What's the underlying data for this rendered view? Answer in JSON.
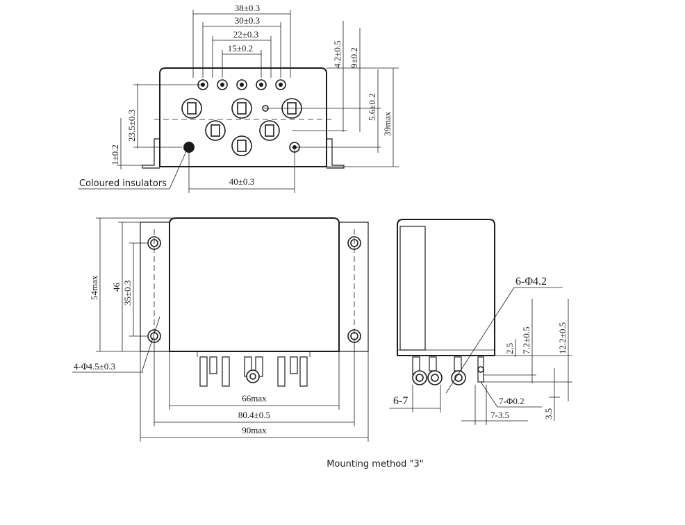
{
  "top_view": {
    "dim_38": "38±0.3",
    "dim_30": "30±0.3",
    "dim_22": "22±0.3",
    "dim_15": "15±0.2",
    "dim_4_2": "4.2±0.5",
    "dim_9": "9±0.2",
    "dim_5_6": "5.6±0.2",
    "dim_39": "39max",
    "dim_23_5": "23.5±0.3",
    "dim_1": "1±0.2",
    "dim_40": "40±0.3",
    "label_insulators": "Coloured insulators"
  },
  "front_view": {
    "dim_54": "54max",
    "dim_46": "46",
    "dim_35": "35±0.3",
    "dim_holes": "4-Φ4.5±0.3",
    "dim_66": "66max",
    "dim_80_4": "80.4±0.5",
    "dim_90": "90max"
  },
  "side_view": {
    "dim_6_phi": "6-Φ4.2",
    "dim_7_2": "7.2±0.5",
    "dim_12_2": "12.2±0.5",
    "dim_2_5": "2.5",
    "dim_6_7": "6-7",
    "dim_7_phi": "7-Φ0.2",
    "dim_7_3_5": "7-3.5",
    "dim_3_5": "3.5"
  },
  "caption": "Mounting method \"3\""
}
